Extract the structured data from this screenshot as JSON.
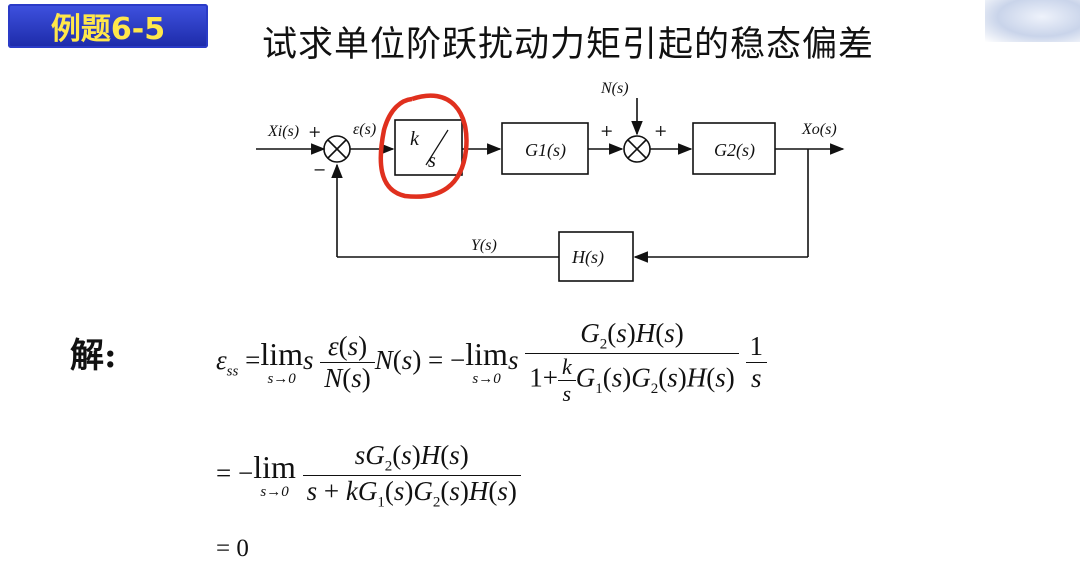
{
  "badge": {
    "label": "例题6-5"
  },
  "title": "试求单位阶跃扰动力矩引起的稳态偏差",
  "diagram": {
    "input": "Xi(s)",
    "input_plus": "+",
    "minus": "−",
    "error": "ε(s)",
    "block_k_num": "k",
    "block_k_den": "s",
    "g1": "G1(s)",
    "sum2_plus_left": "+",
    "sum2_plus_right": "+",
    "disturbance": "N(s)",
    "g2": "G2(s)",
    "output": "Xo(s)",
    "feedback_signal": "Y(s)",
    "h": "H(s)"
  },
  "solution": {
    "label": "解:",
    "line3": "= 0"
  },
  "colors": {
    "badge_bg": "#2a3bc7",
    "badge_text": "#ffe74a",
    "annotation": "#e0301e"
  }
}
